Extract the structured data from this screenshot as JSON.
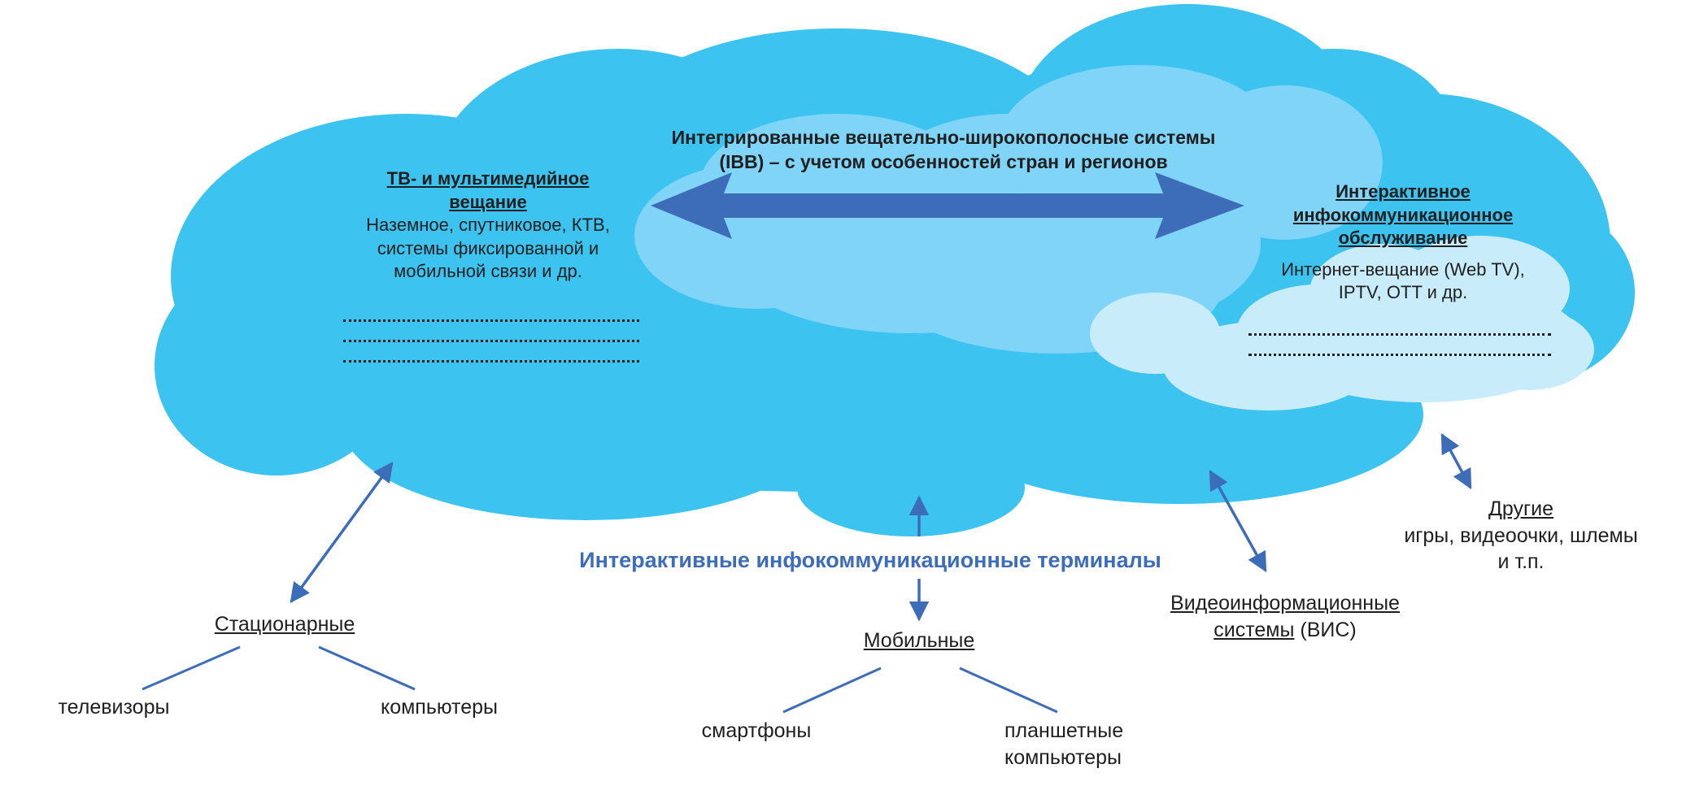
{
  "ibb": {
    "line1": "Интегрированные вещательно-широкополосные системы",
    "line2": "(IBB) – с учетом особенностей стран и регионов"
  },
  "tv": {
    "title1": "ТВ- и мультимедийное",
    "title2": "вещание",
    "desc1": "Наземное, спутниковое, КТВ,",
    "desc2": "системы фиксированной и",
    "desc3": "мобильной связи и др."
  },
  "interactive": {
    "title1": "Интерактивное",
    "title2": "инфокоммуникационное",
    "title3": "обслуживание",
    "desc1": "Интернет-вещание (Web TV),",
    "desc2": "IPTV, OTT и др."
  },
  "terminals": {
    "title": "Интерактивные инфокоммуникационные терминалы"
  },
  "stationary": {
    "title": "Стационарные",
    "items": [
      "телевизоры",
      "компьютеры"
    ]
  },
  "mobile": {
    "title": "Мобильные",
    "items": [
      "смартфоны",
      "планшетные",
      "компьютеры"
    ]
  },
  "vis": {
    "title1": "Видеоинформационные",
    "title2": "системы",
    "abbr": "(ВИС)"
  },
  "other": {
    "title": "Другие",
    "desc1": "игры, видеоочки, шлемы",
    "desc2": "и т.п."
  },
  "colors": {
    "cloud_main": "#3cc3f0",
    "cloud_mid": "#7fd4f7",
    "cloud_light": "#c9ecfb",
    "arrow": "#3d6db8",
    "text": "#1f1f1f"
  }
}
